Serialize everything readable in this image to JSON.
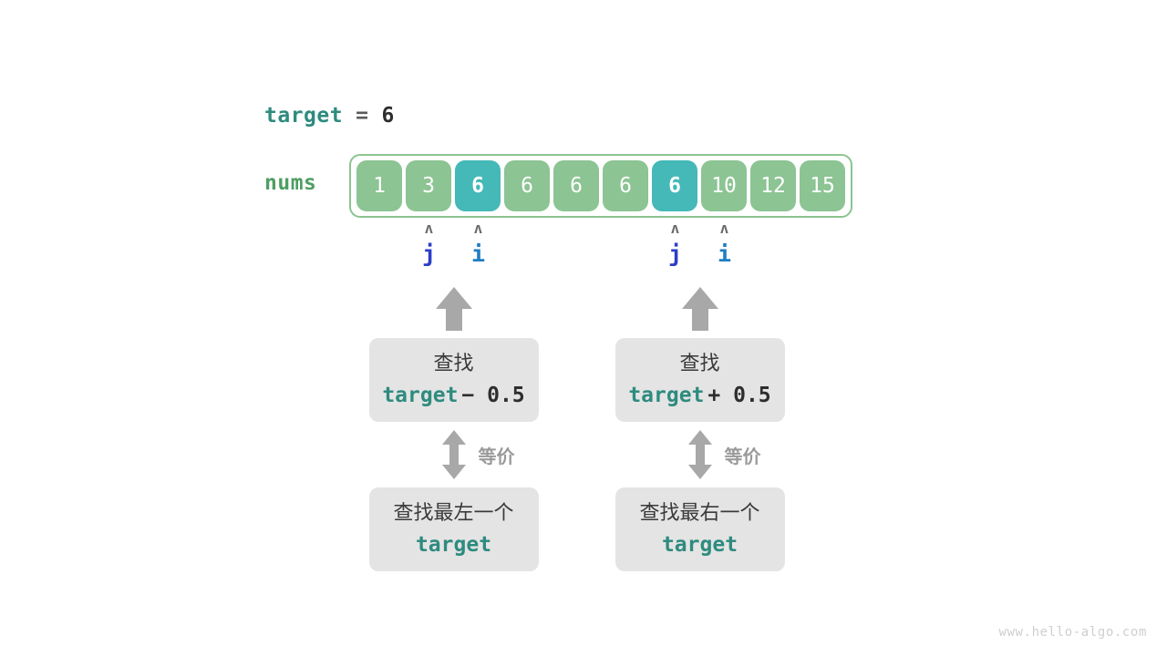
{
  "target_line": {
    "name": "target",
    "operator": "=",
    "value": "6"
  },
  "array": {
    "label": "nums",
    "values": [
      "1",
      "3",
      "6",
      "6",
      "6",
      "6",
      "6",
      "10",
      "12",
      "15"
    ],
    "highlighted_indices": [
      2,
      6
    ],
    "cell_color": "#8cc493",
    "highlight_color": "#45b8b8",
    "border_color": "#8cc48f"
  },
  "markers": [
    {
      "caret": "ʌ",
      "label": "j",
      "color": "#2b3fc8",
      "cell_index": 1
    },
    {
      "caret": "ʌ",
      "label": "i",
      "color": "#1f7ec4",
      "cell_index": 2
    },
    {
      "caret": "ʌ",
      "label": "j",
      "color": "#2b3fc8",
      "cell_index": 6
    },
    {
      "caret": "ʌ",
      "label": "i",
      "color": "#1f7ec4",
      "cell_index": 7
    }
  ],
  "groups": [
    {
      "top_box": {
        "line1": "查找",
        "code_target": "target",
        "code_rest": "− 0.5"
      },
      "equiv_label": "等价",
      "bottom_box": {
        "line1": "查找最左一个",
        "code_target": "target"
      }
    },
    {
      "top_box": {
        "line1": "查找",
        "code_target": "target",
        "code_rest": "+ 0.5"
      },
      "equiv_label": "等价",
      "bottom_box": {
        "line1": "查找最右一个",
        "code_target": "target"
      }
    }
  ],
  "arrow_color": "#a8a8a8",
  "watermark": "www.hello-algo.com"
}
